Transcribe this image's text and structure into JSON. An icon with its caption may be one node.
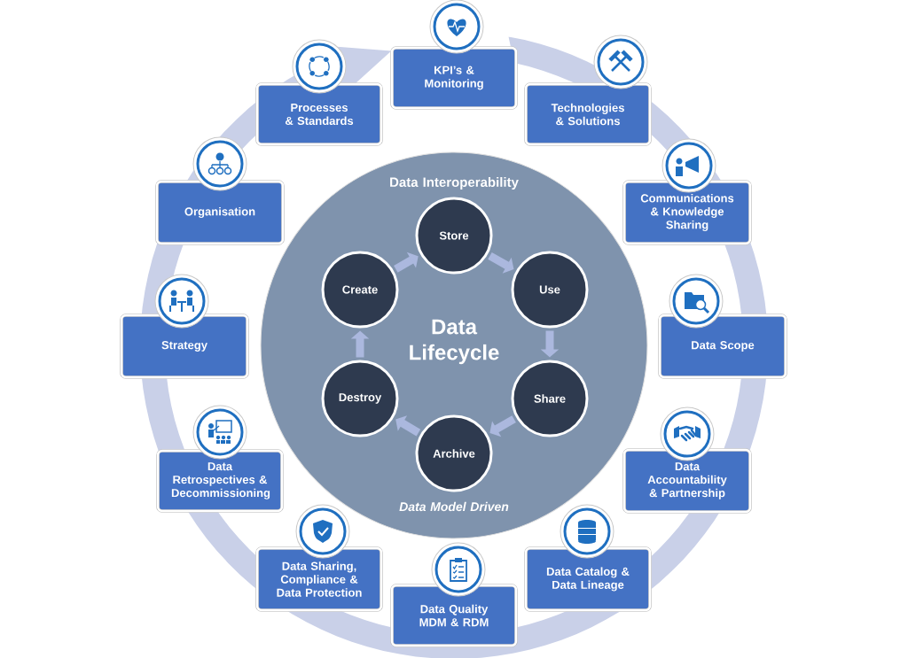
{
  "diagram": {
    "nodes": [
      {
        "text": [
          "Data Interoperability",
          "Data Lifecycle",
          "Data Model Driven"
        ]
      },
      {
        "text": [
          "Store"
        ],
        "in": 0
      },
      {
        "text": [
          "Use"
        ],
        "in": 0
      },
      {
        "text": [
          "Share"
        ],
        "in": 0
      },
      {
        "text": [
          "Archive"
        ],
        "in": 0
      },
      {
        "text": [
          "Destroy"
        ],
        "in": 0
      },
      {
        "text": [
          "Create"
        ],
        "in": 0
      },
      {
        "text": [
          "KPI’s & Monitoring"
        ]
      },
      {
        "text": [
          "Technologies & Solutions"
        ]
      },
      {
        "text": [
          "Communications & Knowledge Sharing"
        ]
      },
      {
        "text": [
          "Data Scope"
        ]
      },
      {
        "text": [
          "Data Accountability & Partnership"
        ]
      },
      {
        "text": [
          "Data Catalog & Data Lineage"
        ]
      },
      {
        "text": [
          "Data Quality MDM & RDM"
        ]
      },
      {
        "text": [
          "Data Sharing, Compliance & Data Protection"
        ]
      },
      {
        "text": [
          "Data Retrospectives & Decommissioning"
        ]
      },
      {
        "text": [
          "Strategy"
        ]
      },
      {
        "text": [
          "Organisation"
        ]
      },
      {
        "text": [
          "Processes & Standards"
        ]
      }
    ],
    "edges": [
      {
        "from": 6,
        "to": 1,
        "arrow": "to"
      },
      {
        "from": 1,
        "to": 2,
        "arrow": "to"
      },
      {
        "from": 2,
        "to": 3,
        "arrow": "to"
      },
      {
        "from": 3,
        "to": 4,
        "arrow": "to"
      },
      {
        "from": 4,
        "to": 5,
        "arrow": "to"
      },
      {
        "from": 5,
        "to": 6,
        "arrow": "to"
      }
    ]
  }
}
